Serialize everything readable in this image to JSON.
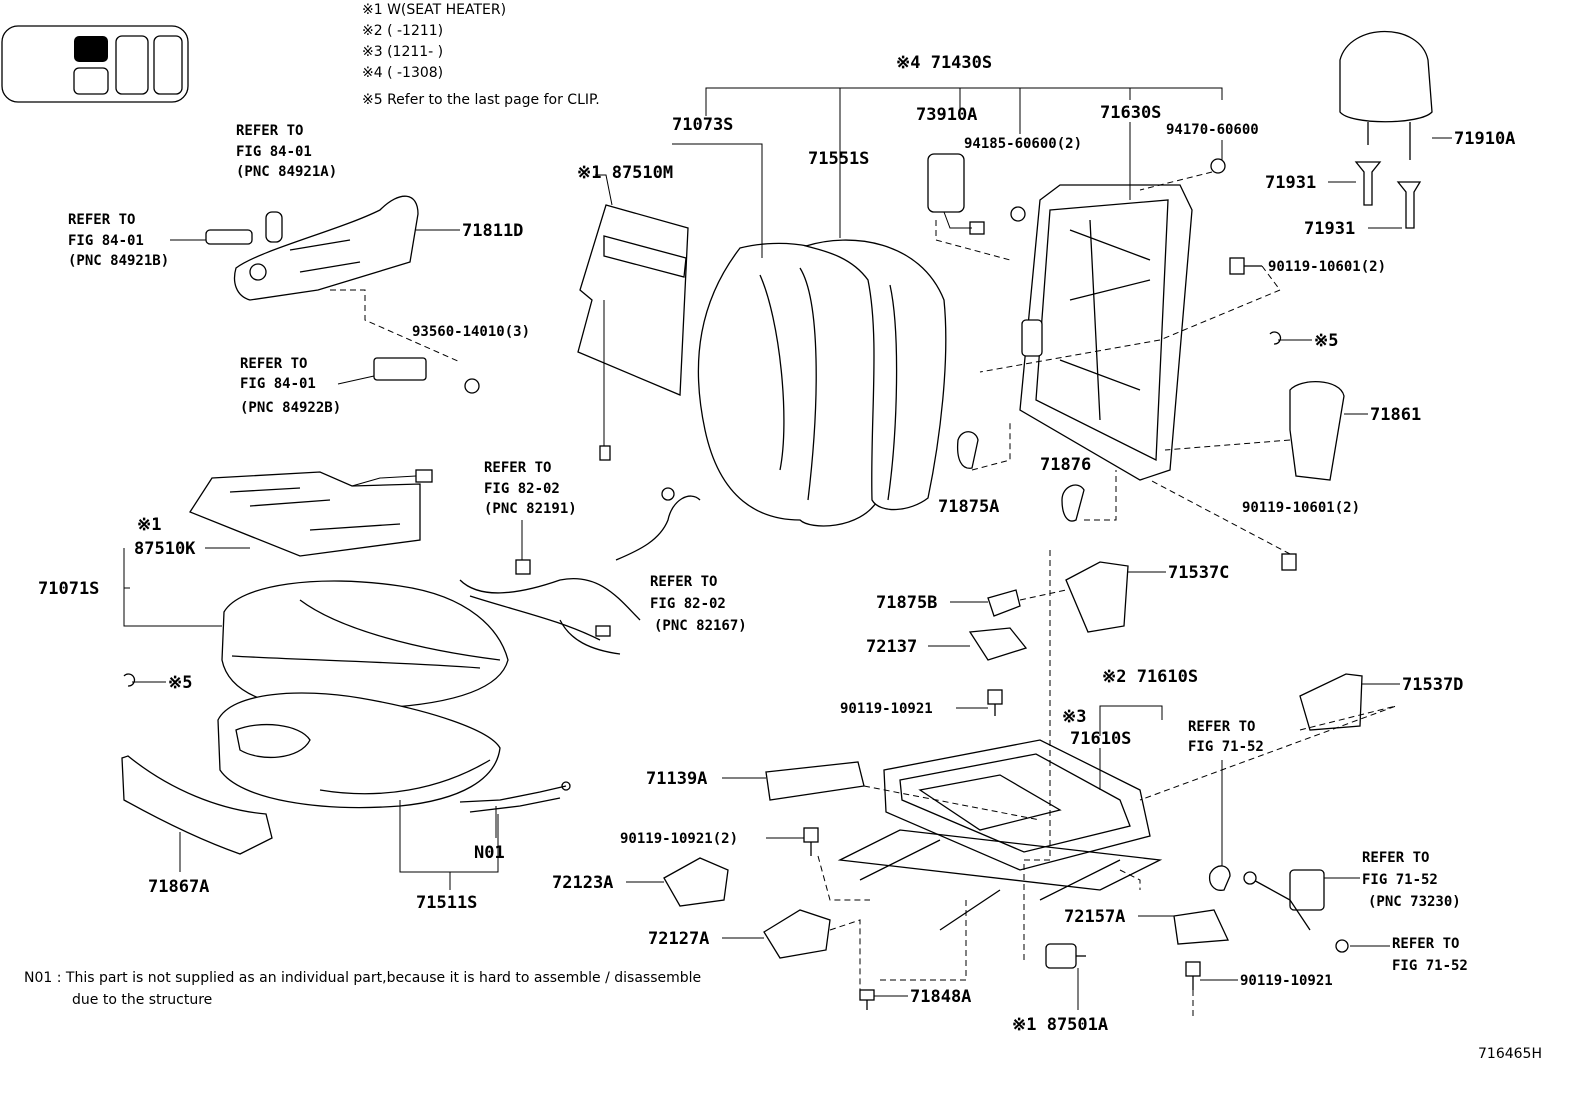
{
  "notes": [
    "※1 W(SEAT HEATER)",
    "※2 (     -1211)",
    "※3 (1211-     )",
    "※4 (     -1308)",
    "※5 Refer to the last page for CLIP."
  ],
  "parts": {
    "p71430S": "※4 71430S",
    "p71073S": "71073S",
    "p87510M": "※1 87510M",
    "p71551S": "71551S",
    "p73910A": "73910A",
    "p94185": "94185-60600(2)",
    "p71630S": "71630S",
    "p94170": "94170-60600",
    "p71910A": "71910A",
    "p71931a": "71931",
    "p71931b": "71931",
    "p90119_10601a": "90119-10601(2)",
    "p5a": "※5",
    "p71861": "71861",
    "p71876": "71876",
    "p71875A": "71875A",
    "p90119_10601b": "90119-10601(2)",
    "p71537C": "71537C",
    "p71875B": "71875B",
    "p72137": "72137",
    "p90119_10921a": "90119-10921",
    "p71610S_2": "※2 71610S",
    "p71610S_3a": "※3",
    "p71610S_3b": "71610S",
    "p71537D": "71537D",
    "p71139A": "71139A",
    "p90119_10921b": "90119-10921(2)",
    "p72123A": "72123A",
    "p72127A": "72127A",
    "p71848A": "71848A",
    "p87501A": "※1 87501A",
    "p72157A": "72157A",
    "p90119_10921c": "90119-10921",
    "p71811D": "71811D",
    "p93560": "93560-14010(3)",
    "p87510K_a": "※1",
    "p87510K_b": "87510K",
    "p71071S": "71071S",
    "p5b": "※5",
    "p71867A": "71867A",
    "p71511S": "71511S",
    "pN01": "N01"
  },
  "refs": {
    "r1": [
      "REFER TO",
      "FIG 84-01",
      "(PNC 84921A)"
    ],
    "r2": [
      "REFER TO",
      "FIG 84-01",
      "(PNC 84921B)"
    ],
    "r3": [
      "REFER TO",
      "FIG 84-01",
      "(PNC 84922B)"
    ],
    "r4": [
      "REFER TO",
      "FIG 82-02",
      "(PNC 82191)"
    ],
    "r5": [
      "REFER TO",
      "FIG 82-02",
      "(PNC 82167)"
    ],
    "r6": [
      "REFER TO",
      "FIG 71-52"
    ],
    "r7": [
      "REFER TO",
      "FIG 71-52",
      "(PNC 73230)"
    ],
    "r8": [
      "REFER TO",
      "FIG 71-52"
    ]
  },
  "footnote": {
    "line1": "N01 : This part is not supplied as an individual part,because it is hard to assemble / disassemble",
    "line2": "due to the structure"
  },
  "figure_id": "716465H"
}
